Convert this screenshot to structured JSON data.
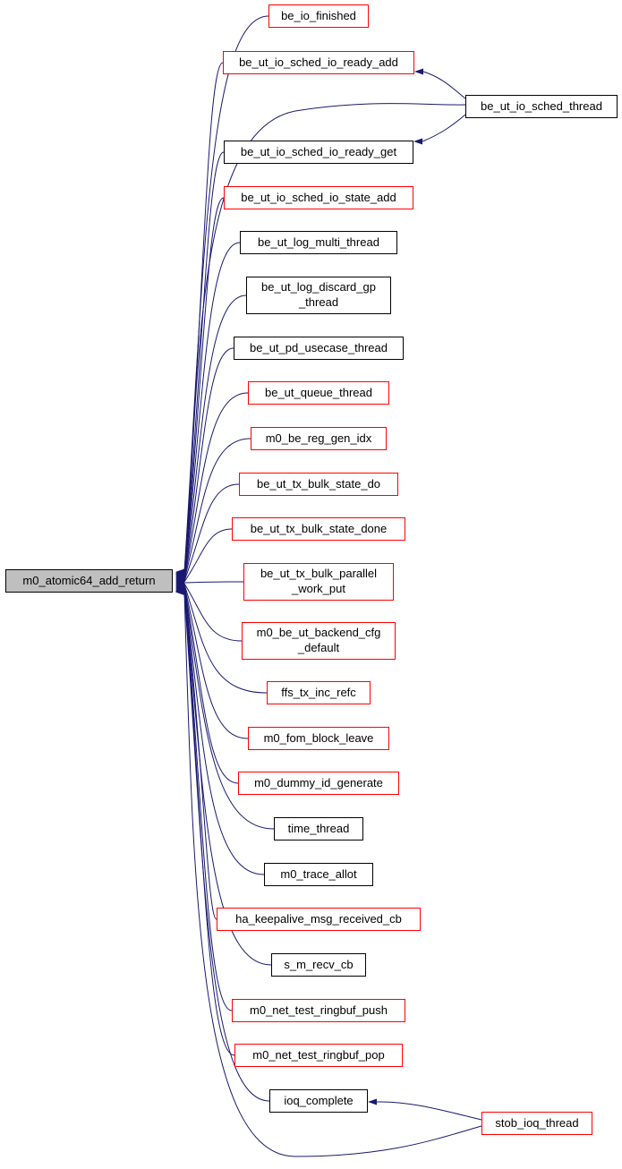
{
  "diagram": {
    "type": "caller-graph",
    "edge_color": "#191970",
    "central": {
      "label": "m0_atomic64_add_return",
      "border": "#000000",
      "fill": "#bfbfbf"
    },
    "nodes": [
      {
        "label": "be_io_finished",
        "border": "#ff0000"
      },
      {
        "label": "be_ut_io_sched_io_ready_add",
        "border": "#ff0000"
      },
      {
        "label": "be_ut_io_sched_thread",
        "border": "#000000"
      },
      {
        "label": "be_ut_io_sched_io_ready_get",
        "border": "#000000"
      },
      {
        "label": "be_ut_io_sched_io_state_add",
        "border": "#ff0000"
      },
      {
        "label": "be_ut_log_multi_thread",
        "border": "#000000"
      },
      {
        "label": "be_ut_log_discard_gp\n_thread",
        "border": "#000000"
      },
      {
        "label": "be_ut_pd_usecase_thread",
        "border": "#000000"
      },
      {
        "label": "be_ut_queue_thread",
        "border": "#ff0000"
      },
      {
        "label": "m0_be_reg_gen_idx",
        "border": "#ff0000"
      },
      {
        "label": "be_ut_tx_bulk_state_do",
        "border": "#ff0000"
      },
      {
        "label": "be_ut_tx_bulk_state_done",
        "border": "#ff0000"
      },
      {
        "label": "be_ut_tx_bulk_parallel\n_work_put",
        "border": "#ff0000"
      },
      {
        "label": "m0_be_ut_backend_cfg\n_default",
        "border": "#ff0000"
      },
      {
        "label": "ffs_tx_inc_refc",
        "border": "#ff0000"
      },
      {
        "label": "m0_fom_block_leave",
        "border": "#ff0000"
      },
      {
        "label": "m0_dummy_id_generate",
        "border": "#ff0000"
      },
      {
        "label": "time_thread",
        "border": "#000000"
      },
      {
        "label": "m0_trace_allot",
        "border": "#000000"
      },
      {
        "label": "ha_keepalive_msg_received_cb",
        "border": "#ff0000"
      },
      {
        "label": "s_m_recv_cb",
        "border": "#000000"
      },
      {
        "label": "m0_net_test_ringbuf_push",
        "border": "#ff0000"
      },
      {
        "label": "m0_net_test_ringbuf_pop",
        "border": "#ff0000"
      },
      {
        "label": "ioq_complete",
        "border": "#000000"
      },
      {
        "label": "stob_ioq_thread",
        "border": "#ff0000"
      }
    ],
    "edges": [
      {
        "from": "be_io_finished",
        "to": "m0_atomic64_add_return"
      },
      {
        "from": "be_ut_io_sched_io_ready_add",
        "to": "m0_atomic64_add_return"
      },
      {
        "from": "be_ut_io_sched_thread",
        "to": "m0_atomic64_add_return"
      },
      {
        "from": "be_ut_io_sched_io_ready_get",
        "to": "m0_atomic64_add_return"
      },
      {
        "from": "be_ut_io_sched_io_state_add",
        "to": "m0_atomic64_add_return"
      },
      {
        "from": "be_ut_log_multi_thread",
        "to": "m0_atomic64_add_return"
      },
      {
        "from": "be_ut_log_discard_gp_thread",
        "to": "m0_atomic64_add_return"
      },
      {
        "from": "be_ut_pd_usecase_thread",
        "to": "m0_atomic64_add_return"
      },
      {
        "from": "be_ut_queue_thread",
        "to": "m0_atomic64_add_return"
      },
      {
        "from": "m0_be_reg_gen_idx",
        "to": "m0_atomic64_add_return"
      },
      {
        "from": "be_ut_tx_bulk_state_do",
        "to": "m0_atomic64_add_return"
      },
      {
        "from": "be_ut_tx_bulk_state_done",
        "to": "m0_atomic64_add_return"
      },
      {
        "from": "be_ut_tx_bulk_parallel_work_put",
        "to": "m0_atomic64_add_return"
      },
      {
        "from": "m0_be_ut_backend_cfg_default",
        "to": "m0_atomic64_add_return"
      },
      {
        "from": "ffs_tx_inc_refc",
        "to": "m0_atomic64_add_return"
      },
      {
        "from": "m0_fom_block_leave",
        "to": "m0_atomic64_add_return"
      },
      {
        "from": "m0_dummy_id_generate",
        "to": "m0_atomic64_add_return"
      },
      {
        "from": "time_thread",
        "to": "m0_atomic64_add_return"
      },
      {
        "from": "m0_trace_allot",
        "to": "m0_atomic64_add_return"
      },
      {
        "from": "ha_keepalive_msg_received_cb",
        "to": "m0_atomic64_add_return"
      },
      {
        "from": "s_m_recv_cb",
        "to": "m0_atomic64_add_return"
      },
      {
        "from": "m0_net_test_ringbuf_push",
        "to": "m0_atomic64_add_return"
      },
      {
        "from": "m0_net_test_ringbuf_pop",
        "to": "m0_atomic64_add_return"
      },
      {
        "from": "ioq_complete",
        "to": "m0_atomic64_add_return"
      },
      {
        "from": "stob_ioq_thread",
        "to": "m0_atomic64_add_return"
      },
      {
        "from": "be_ut_io_sched_thread",
        "to": "be_ut_io_sched_io_ready_add"
      },
      {
        "from": "be_ut_io_sched_thread",
        "to": "be_ut_io_sched_io_ready_get"
      },
      {
        "from": "stob_ioq_thread",
        "to": "ioq_complete"
      }
    ]
  }
}
